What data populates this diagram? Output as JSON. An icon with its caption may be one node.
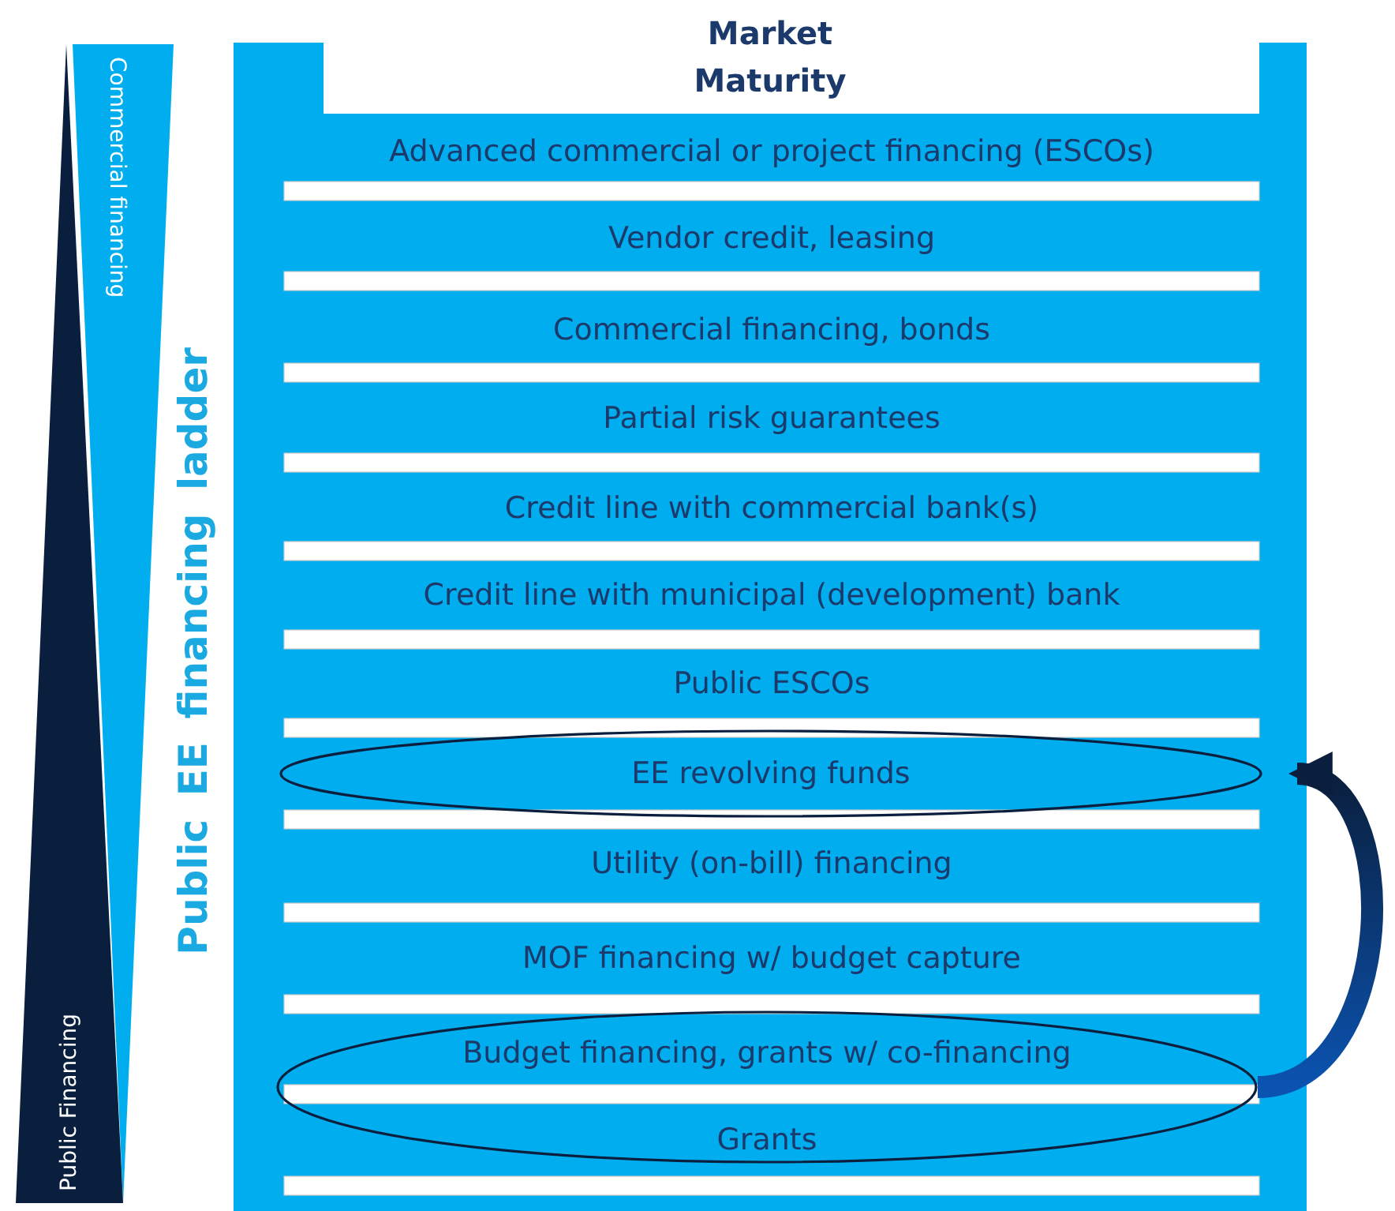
{
  "diagram": {
    "nodes": [
      {
        "text": [
          "Commercial financing"
        ]
      },
      {
        "text": [
          "Public Financing"
        ]
      },
      {
        "text": [
          "Advanced commercial or project financing (ESCOs)"
        ]
      },
      {
        "text": [
          "Vendor credit, leasing"
        ]
      },
      {
        "text": [
          "Commercial financing, bonds"
        ]
      },
      {
        "text": [
          "Partial risk guarantees"
        ]
      },
      {
        "text": [
          "Credit line with commercial bank(s)"
        ]
      },
      {
        "text": [
          "Credit line with municipal (development) bank"
        ]
      },
      {
        "text": [
          "Public ESCOs"
        ]
      },
      {
        "text": [],
        "shape": "ellipse"
      },
      {
        "text": [
          "EE revolving funds"
        ],
        "in": 9
      },
      {
        "text": [
          "Utility (on-bill) financing"
        ]
      },
      {
        "text": [
          "MOF financing w/ budget capture"
        ]
      },
      {
        "text": [],
        "shape": "ellipse"
      },
      {
        "text": [
          "Budget financing, grants w/ co-financing"
        ],
        "in": 13
      },
      {
        "text": [
          "Grants"
        ],
        "in": 13
      }
    ],
    "edges": [
      {
        "from": 13,
        "to": 9,
        "arrow": "to",
        "style": "thick",
        "color": "#0a1f3d"
      }
    ],
    "labels": [
      "Market Maturity",
      "Public EE financing ladder"
    ]
  }
}
